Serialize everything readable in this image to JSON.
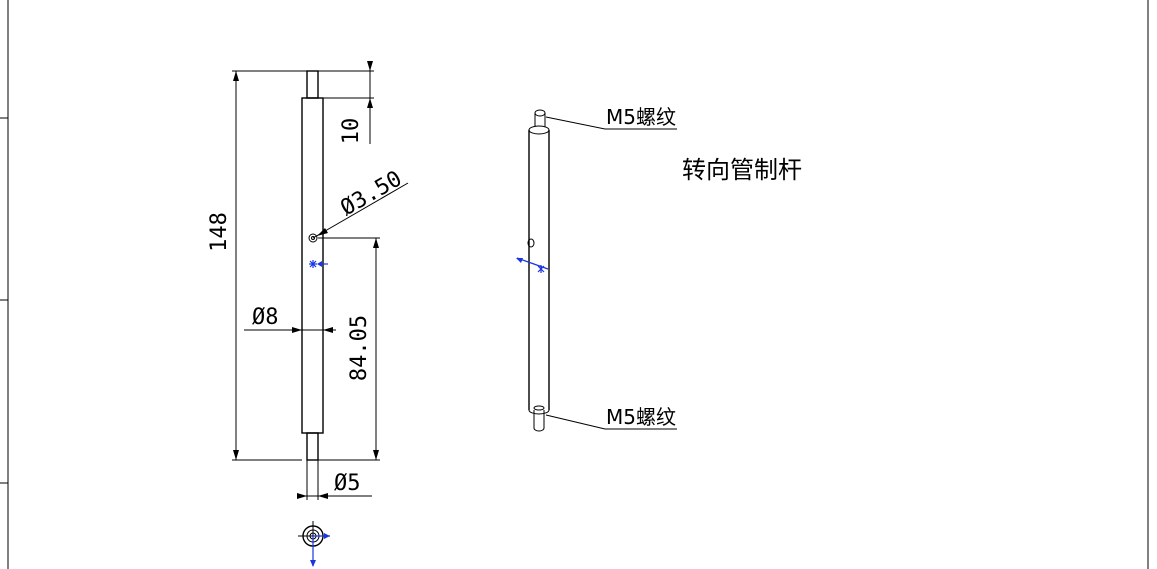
{
  "drawing": {
    "title": "转向管制杆",
    "dimensions": {
      "total_length": "148",
      "end_length": "10",
      "hole_diameter": "Ø3.50",
      "hole_position": "84.05",
      "body_diameter": "Ø8",
      "end_diameter": "Ø5"
    },
    "callouts": {
      "thread_top": "M5螺纹",
      "thread_bottom": "M5螺纹"
    }
  }
}
